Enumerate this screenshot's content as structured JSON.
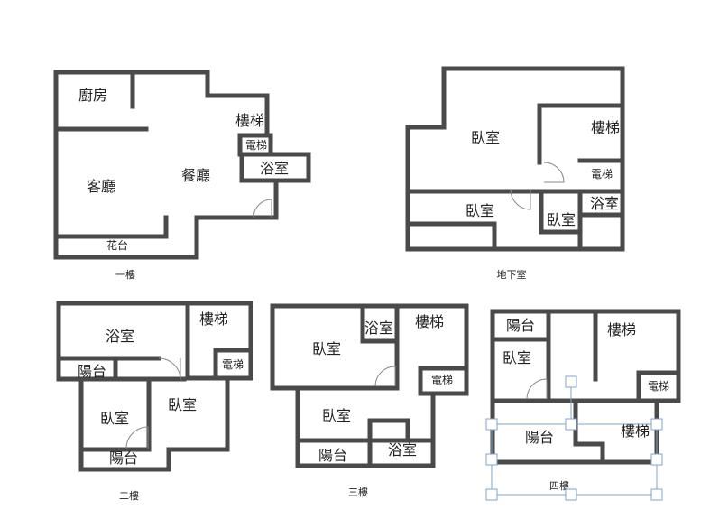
{
  "floors": {
    "f1": {
      "name": "一樓",
      "rooms": {
        "kitchen": "廚房",
        "stairs": "樓梯",
        "elevator": "電梯",
        "bath": "浴室",
        "living": "客廳",
        "dining": "餐廳",
        "planter": "花台"
      }
    },
    "basement": {
      "name": "地下室",
      "rooms": {
        "bed1": "臥室",
        "stairs": "樓梯",
        "elevator": "電梯",
        "bath": "浴室",
        "bed2": "臥室",
        "bed3": "臥室"
      }
    },
    "f2": {
      "name": "二樓",
      "rooms": {
        "bath": "浴室",
        "stairs": "樓梯",
        "elevator": "電梯",
        "balcony1": "陽台",
        "bed1": "臥室",
        "bed2": "臥室",
        "balcony2": "陽台"
      }
    },
    "f3": {
      "name": "三樓",
      "rooms": {
        "bed1": "臥室",
        "bath1": "浴室",
        "stairs": "樓梯",
        "elevator": "電梯",
        "bed2": "臥室",
        "balcony": "陽台",
        "bath2": "浴室"
      }
    },
    "f4": {
      "name": "四樓",
      "rooms": {
        "balcony1": "陽台",
        "stairs1": "樓梯",
        "bed": "臥室",
        "elevator": "電梯",
        "balcony2": "陽台",
        "stairs2": "樓梯"
      }
    }
  }
}
